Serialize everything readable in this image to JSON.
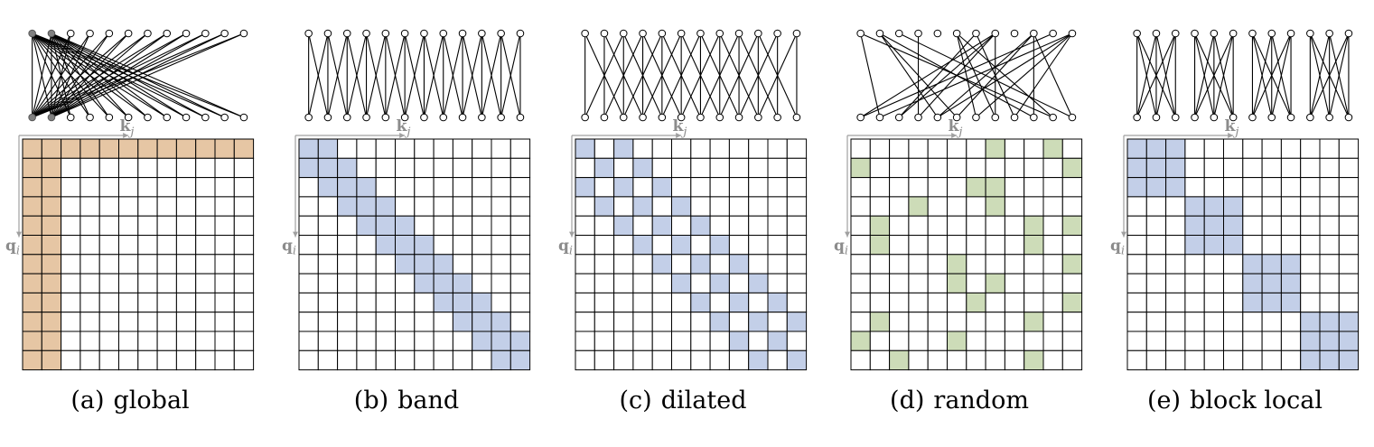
{
  "grid_size": 12,
  "node_count": 12,
  "axis_labels": {
    "key": "k",
    "key_sub": "j",
    "query": "q",
    "query_sub": "i"
  },
  "colors": {
    "global": "#e6c6a4",
    "band": "#c3cfe8",
    "dilated": "#c3cfe8",
    "random": "#cddcb8",
    "block": "#c3cfe8",
    "axis": "#a0a0a0"
  },
  "panels": [
    {
      "id": "global",
      "tag": "(a)",
      "caption": "global",
      "color_key": "global",
      "rows": [
        "111111111111",
        "110000000000",
        "110000000000",
        "110000000000",
        "110000000000",
        "110000000000",
        "110000000000",
        "110000000000",
        "110000000000",
        "110000000000",
        "110000000000",
        "110000000000"
      ]
    },
    {
      "id": "band",
      "tag": "(b)",
      "caption": "band",
      "color_key": "band",
      "rows": [
        "110000000000",
        "111000000000",
        "011100000000",
        "001110000000",
        "000111000000",
        "000011100000",
        "000001110000",
        "000000111000",
        "000000011100",
        "000000001110",
        "000000000111",
        "000000000011"
      ]
    },
    {
      "id": "dilated",
      "tag": "(c)",
      "caption": "dilated",
      "color_key": "dilated",
      "rows": [
        "101000000000",
        "010100000000",
        "101010000000",
        "010101000000",
        "001010100000",
        "000101010000",
        "000010101000",
        "000001010100",
        "000000101010",
        "000000010101",
        "000000001010",
        "000000000101"
      ]
    },
    {
      "id": "random",
      "tag": "(d)",
      "caption": "random",
      "color_key": "random",
      "rows": [
        "000000010010",
        "100000000001",
        "000000110000",
        "000100010000",
        "010000000101",
        "010000000100",
        "000001000001",
        "000001010000",
        "000000100001",
        "010000000100",
        "100001000000",
        "001000000100"
      ]
    },
    {
      "id": "block-local",
      "tag": "(e)",
      "caption": "block local",
      "color_key": "block",
      "rows": [
        "111000000000",
        "111000000000",
        "111000000000",
        "000111000000",
        "000111000000",
        "000111000000",
        "000000111000",
        "000000111000",
        "000000111000",
        "000000000111",
        "000000000111",
        "000000000111"
      ]
    }
  ],
  "graphs": [
    {
      "id": "global",
      "filled_nodes": [
        0,
        1
      ],
      "edges": [
        [
          0,
          0
        ],
        [
          0,
          1
        ],
        [
          0,
          2
        ],
        [
          0,
          3
        ],
        [
          0,
          4
        ],
        [
          0,
          5
        ],
        [
          0,
          6
        ],
        [
          0,
          7
        ],
        [
          0,
          8
        ],
        [
          0,
          9
        ],
        [
          0,
          10
        ],
        [
          0,
          11
        ],
        [
          1,
          0
        ],
        [
          1,
          1
        ],
        [
          1,
          2
        ],
        [
          1,
          3
        ],
        [
          1,
          4
        ],
        [
          1,
          5
        ],
        [
          1,
          6
        ],
        [
          1,
          7
        ],
        [
          1,
          8
        ],
        [
          1,
          9
        ],
        [
          1,
          10
        ],
        [
          1,
          11
        ],
        [
          2,
          0
        ],
        [
          2,
          1
        ],
        [
          3,
          0
        ],
        [
          3,
          1
        ],
        [
          4,
          0
        ],
        [
          4,
          1
        ],
        [
          5,
          0
        ],
        [
          5,
          1
        ],
        [
          6,
          0
        ],
        [
          6,
          1
        ],
        [
          7,
          0
        ],
        [
          7,
          1
        ],
        [
          8,
          0
        ],
        [
          8,
          1
        ],
        [
          9,
          0
        ],
        [
          9,
          1
        ],
        [
          10,
          0
        ],
        [
          10,
          1
        ],
        [
          11,
          0
        ],
        [
          11,
          1
        ]
      ]
    },
    {
      "id": "band",
      "filled_nodes": [],
      "edges": [
        [
          0,
          0
        ],
        [
          0,
          1
        ],
        [
          1,
          0
        ],
        [
          1,
          1
        ],
        [
          1,
          2
        ],
        [
          2,
          1
        ],
        [
          2,
          2
        ],
        [
          2,
          3
        ],
        [
          3,
          2
        ],
        [
          3,
          3
        ],
        [
          3,
          4
        ],
        [
          4,
          3
        ],
        [
          4,
          4
        ],
        [
          4,
          5
        ],
        [
          5,
          4
        ],
        [
          5,
          5
        ],
        [
          5,
          6
        ],
        [
          6,
          5
        ],
        [
          6,
          6
        ],
        [
          6,
          7
        ],
        [
          7,
          6
        ],
        [
          7,
          7
        ],
        [
          7,
          8
        ],
        [
          8,
          7
        ],
        [
          8,
          8
        ],
        [
          8,
          9
        ],
        [
          9,
          8
        ],
        [
          9,
          9
        ],
        [
          9,
          10
        ],
        [
          10,
          9
        ],
        [
          10,
          10
        ],
        [
          10,
          11
        ],
        [
          11,
          10
        ],
        [
          11,
          11
        ]
      ]
    },
    {
      "id": "dilated",
      "filled_nodes": [],
      "edges": [
        [
          0,
          0
        ],
        [
          0,
          2
        ],
        [
          1,
          1
        ],
        [
          1,
          3
        ],
        [
          2,
          0
        ],
        [
          2,
          2
        ],
        [
          2,
          4
        ],
        [
          3,
          1
        ],
        [
          3,
          3
        ],
        [
          3,
          5
        ],
        [
          4,
          2
        ],
        [
          4,
          4
        ],
        [
          4,
          6
        ],
        [
          5,
          3
        ],
        [
          5,
          5
        ],
        [
          5,
          7
        ],
        [
          6,
          4
        ],
        [
          6,
          6
        ],
        [
          6,
          8
        ],
        [
          7,
          5
        ],
        [
          7,
          7
        ],
        [
          7,
          9
        ],
        [
          8,
          6
        ],
        [
          8,
          8
        ],
        [
          8,
          10
        ],
        [
          9,
          7
        ],
        [
          9,
          9
        ],
        [
          9,
          11
        ],
        [
          10,
          8
        ],
        [
          10,
          10
        ],
        [
          11,
          9
        ],
        [
          11,
          11
        ]
      ]
    },
    {
      "id": "random",
      "filled_nodes": [],
      "edges": [
        [
          0,
          7
        ],
        [
          0,
          10
        ],
        [
          1,
          0
        ],
        [
          1,
          11
        ],
        [
          2,
          6
        ],
        [
          2,
          7
        ],
        [
          3,
          3
        ],
        [
          3,
          7
        ],
        [
          4,
          1
        ],
        [
          4,
          9
        ],
        [
          4,
          11
        ],
        [
          5,
          1
        ],
        [
          5,
          9
        ],
        [
          6,
          5
        ],
        [
          6,
          11
        ],
        [
          7,
          5
        ],
        [
          7,
          7
        ],
        [
          8,
          6
        ],
        [
          8,
          11
        ],
        [
          9,
          1
        ],
        [
          9,
          9
        ],
        [
          10,
          0
        ],
        [
          10,
          5
        ],
        [
          11,
          2
        ],
        [
          11,
          9
        ]
      ]
    },
    {
      "id": "block-local",
      "filled_nodes": [],
      "edges": [
        [
          0,
          0
        ],
        [
          0,
          1
        ],
        [
          0,
          2
        ],
        [
          1,
          0
        ],
        [
          1,
          1
        ],
        [
          1,
          2
        ],
        [
          2,
          0
        ],
        [
          2,
          1
        ],
        [
          2,
          2
        ],
        [
          3,
          3
        ],
        [
          3,
          4
        ],
        [
          3,
          5
        ],
        [
          4,
          3
        ],
        [
          4,
          4
        ],
        [
          4,
          5
        ],
        [
          5,
          3
        ],
        [
          5,
          4
        ],
        [
          5,
          5
        ],
        [
          6,
          6
        ],
        [
          6,
          7
        ],
        [
          6,
          8
        ],
        [
          7,
          6
        ],
        [
          7,
          7
        ],
        [
          7,
          8
        ],
        [
          8,
          6
        ],
        [
          8,
          7
        ],
        [
          8,
          8
        ],
        [
          9,
          9
        ],
        [
          9,
          10
        ],
        [
          9,
          11
        ],
        [
          10,
          9
        ],
        [
          10,
          10
        ],
        [
          10,
          11
        ],
        [
          11,
          9
        ],
        [
          11,
          10
        ],
        [
          11,
          11
        ]
      ]
    }
  ]
}
